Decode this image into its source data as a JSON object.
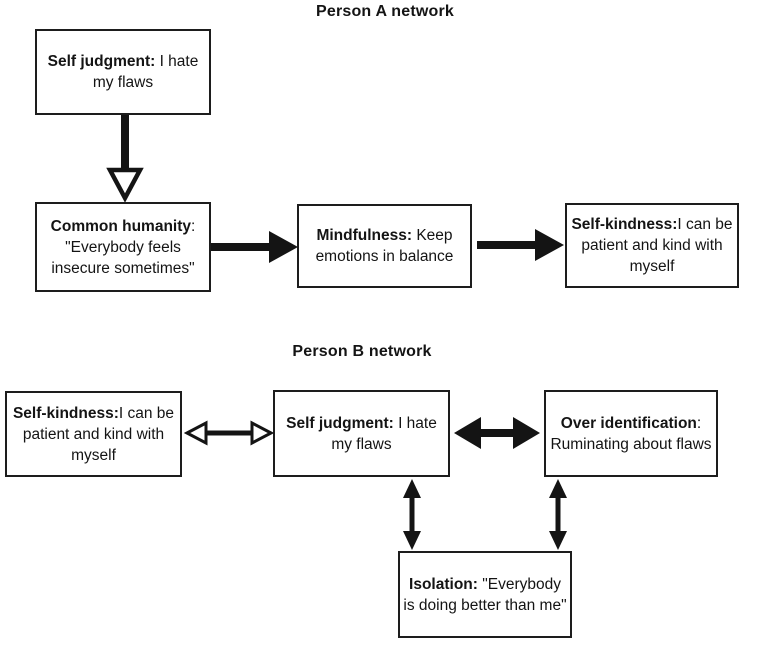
{
  "colors": {
    "background": "#ffffff",
    "ink": "#141414",
    "box_border": "#1d1d1d",
    "box_fill": "#ffffff"
  },
  "networks": {
    "a": {
      "title": "Person A network",
      "nodes": {
        "self_judgment": {
          "label": "Self judgment:",
          "text": " I hate my flaws"
        },
        "common_humanity": {
          "label": "Common humanity",
          "text": ": \"Everybody feels insecure sometimes\""
        },
        "mindfulness": {
          "label": "Mindfulness:",
          "text": " Keep emotions in balance"
        },
        "self_kindness": {
          "label": "Self-kindness:",
          "text": "I can be patient and kind with myself"
        }
      },
      "edges": [
        {
          "from": "self_judgment",
          "to": "common_humanity",
          "direction": "one-way",
          "head": "hollow"
        },
        {
          "from": "common_humanity",
          "to": "mindfulness",
          "direction": "one-way",
          "head": "solid"
        },
        {
          "from": "mindfulness",
          "to": "self_kindness",
          "direction": "one-way",
          "head": "solid"
        }
      ]
    },
    "b": {
      "title": "Person B network",
      "nodes": {
        "self_kindness": {
          "label": "Self-kindness:",
          "text": "I can be patient and kind with myself"
        },
        "self_judgment": {
          "label": "Self judgment:",
          "text": " I hate my flaws"
        },
        "over_identification": {
          "label": "Over identification",
          "text": ": Ruminating about flaws"
        },
        "isolation": {
          "label": "Isolation:",
          "text": " \"Everybody is doing better than me\""
        }
      },
      "edges": [
        {
          "from": "self_kindness",
          "to": "self_judgment",
          "direction": "two-way",
          "head": "hollow"
        },
        {
          "from": "self_judgment",
          "to": "over_identification",
          "direction": "two-way",
          "head": "solid"
        },
        {
          "from": "self_judgment",
          "to": "isolation",
          "direction": "two-way",
          "head": "solid"
        },
        {
          "from": "over_identification",
          "to": "isolation",
          "direction": "two-way",
          "head": "solid"
        }
      ]
    }
  }
}
